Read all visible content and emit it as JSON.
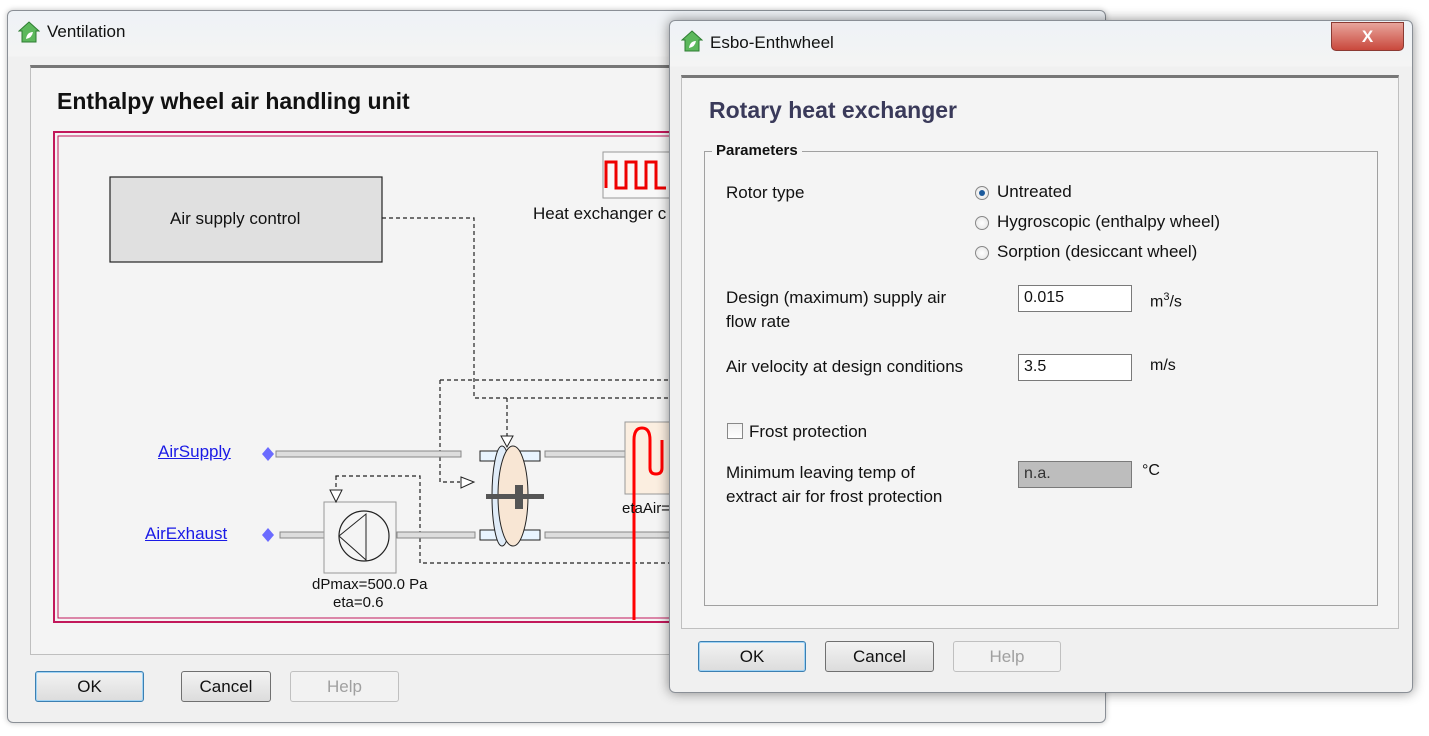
{
  "main_window": {
    "title": "Ventilation",
    "heading": "Enthalpy wheel air handling unit",
    "diagram": {
      "air_supply_control": "Air supply control",
      "heat_exchanger_label": "Heat exchanger c",
      "air_supply_port": "AirSupply",
      "air_exhaust_port": "AirExhaust",
      "fan_dpmax": "dPmax=500.0 Pa",
      "fan_eta": "eta=0.6",
      "heater_label": "etaAir="
    },
    "buttons": {
      "ok": "OK",
      "cancel": "Cancel",
      "help": "Help"
    }
  },
  "dialog": {
    "title": "Esbo-Enthwheel",
    "close_icon": "X",
    "heading": "Rotary heat exchanger",
    "group_title": "Parameters",
    "rotor_type_label": "Rotor type",
    "rotor_options": [
      {
        "label": "Untreated",
        "selected": true
      },
      {
        "label": "Hygroscopic (enthalpy wheel)",
        "selected": false
      },
      {
        "label": "Sorption (desiccant wheel)",
        "selected": false
      }
    ],
    "flow_label_1": "Design (maximum) supply air",
    "flow_label_2": "flow rate",
    "flow_value": "0.015",
    "flow_unit": "m",
    "flow_unit_sup": "3",
    "flow_unit_tail": "/s",
    "velocity_label": "Air velocity at design conditions",
    "velocity_value": "3.5",
    "velocity_unit": "m/s",
    "frost_label": "Frost protection",
    "frost_checked": false,
    "min_temp_label_1": "Minimum leaving temp of",
    "min_temp_label_2": "extract air for frost protection",
    "min_temp_value": "n.a.",
    "min_temp_unit": "°C",
    "buttons": {
      "ok": "OK",
      "cancel": "Cancel",
      "help": "Help"
    }
  },
  "colors": {
    "frame": "#c2185b",
    "port": "#6b6bff",
    "heat_line": "#ff0000",
    "wheel": "#f8e6d4"
  }
}
